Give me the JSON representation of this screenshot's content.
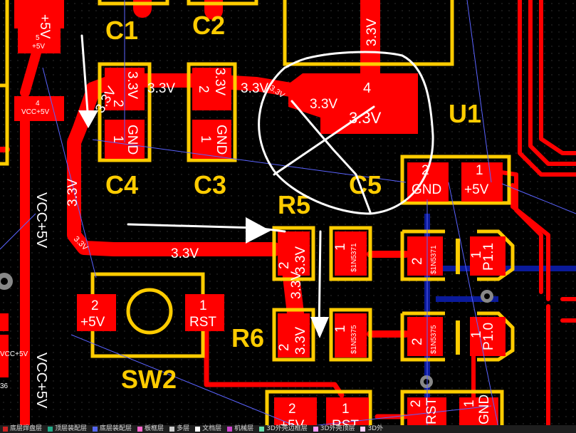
{
  "colors": {
    "background": "#000000",
    "copper": "#ff0000",
    "silk": "#ffcc00",
    "pad_text": "#ffffff",
    "ratsnest": "#5a63ff",
    "bottom_trace": "#0a1a9a",
    "annotation": "#ffffff",
    "board_outline": "#ff66cc"
  },
  "designators": {
    "c1": "C1",
    "c2": "C2",
    "c3": "C3",
    "c4": "C4",
    "c5": "C5",
    "u1": "U1",
    "r5": "R5",
    "r6": "R6",
    "sw2": "SW2"
  },
  "net_labels": {
    "v33": "3.3V",
    "vcc5": "VCC+5V",
    "gnd": "GND",
    "p5v": "+5V",
    "rst": "RST",
    "s1n5371": "$1N5371",
    "s1n5375": "$1N5375",
    "p11": "P1.1",
    "p10": "P1.0",
    "n1": "1",
    "n2": "2",
    "n4": "4",
    "n5": "5",
    "n36": "36"
  },
  "layer_tabs": [
    {
      "label": "底层焊盘层",
      "color": "#cc2222"
    },
    {
      "label": "顶层装配层",
      "color": "#22aa88"
    },
    {
      "label": "底层装配层",
      "color": "#5566ee"
    },
    {
      "label": "板框层",
      "color": "#ff66cc"
    },
    {
      "label": "多层",
      "color": "#cccccc"
    },
    {
      "label": "文档层",
      "color": "#ffffff"
    },
    {
      "label": "机械层",
      "color": "#cc44cc"
    },
    {
      "label": "3D外壳边框层",
      "color": "#66ddaa"
    },
    {
      "label": "3D外壳顶层",
      "color": "#ff99ff"
    },
    {
      "label": "3D外",
      "color": "#ffccff"
    }
  ]
}
